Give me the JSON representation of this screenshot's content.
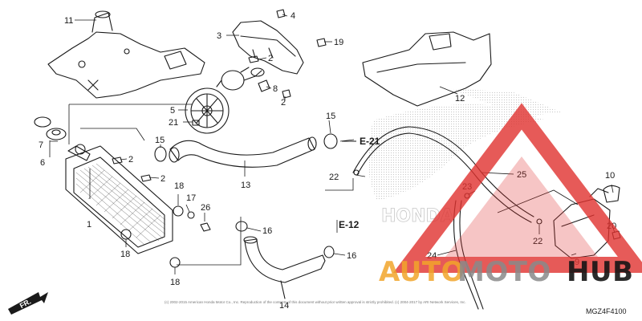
{
  "callouts": [
    "1",
    "2",
    "3",
    "4",
    "5",
    "6",
    "7",
    "8",
    "9",
    "10",
    "11",
    "12",
    "13",
    "14",
    "15",
    "16",
    "17",
    "18",
    "19",
    "20",
    "21",
    "22",
    "23",
    "24",
    "25",
    "26"
  ],
  "refs": {
    "e21": "E-21",
    "e12": "E-12"
  },
  "direction": {
    "fr": "FR."
  },
  "diagram_code": "MGZ4F4100",
  "copyright": "(c) 2002-2015 American Honda Motor Co., Inc. Reproduction of the contents of this document without prior written approval is strictly prohibited. (c) 2004-2017 by ARI Network Services, Inc.",
  "watermark": {
    "brand_part1": "AUTO",
    "brand_part2": "MOTO",
    "brand_part3": "HUB",
    "faint_text": "HONDA",
    "color_orange": "#f2a52b",
    "color_gray": "#8a8a8a",
    "color_black": "#151515",
    "color_red": "#e0322f"
  }
}
